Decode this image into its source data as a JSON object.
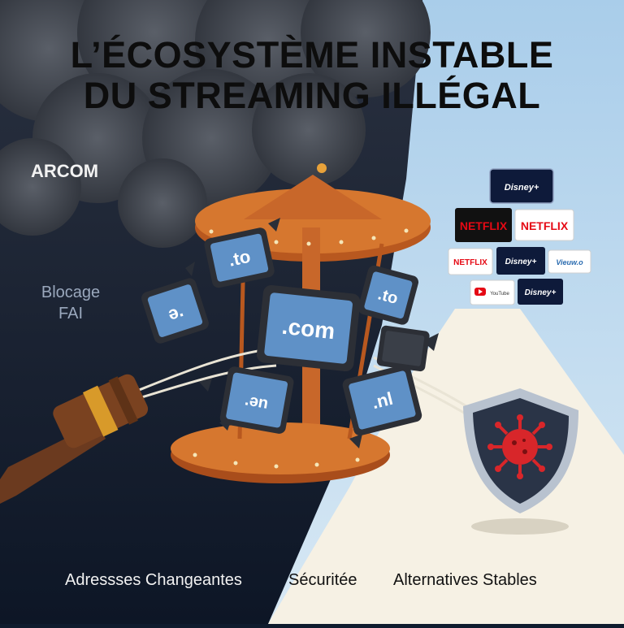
{
  "title": {
    "line1": "L’ÉCOSYSTÈME INSTABLE",
    "line2": "DU STREAMING ILLÉGAL"
  },
  "labels": {
    "arcom": "ARCOM",
    "blocage_line1": "Blocage",
    "blocage_line2": "FAI",
    "bottom_left": "Adressses Changeantes",
    "bottom_middle": "Sécuritée",
    "bottom_right": "Alternatives Stables"
  },
  "tv_domains": {
    "tv1": ".to",
    "tv2": ".to",
    "tv3": ".com",
    "tv4": "ə.",
    "tv5": ".ən",
    "tv6": ".nl"
  },
  "service_logos": {
    "row1": [
      "Disney+"
    ],
    "row2": [
      "NETFLIX",
      "NETFLIX"
    ],
    "row3": [
      "NETFLIX",
      "Disney+",
      "Vieuw.o"
    ],
    "row4": [
      "YouTube",
      "Disney+"
    ]
  },
  "icons": [
    "gavel-icon",
    "shield-icon",
    "virus-icon",
    "carousel-icon",
    "storm-cloud-icon"
  ],
  "colors": {
    "dark_bg": "#111c2e",
    "light_bg": "#bcd8ec",
    "road": "#f6f1e4",
    "carousel": "#c8672a",
    "screen": "#5f91c7",
    "netflix_red": "#e50914",
    "shield": "#2a3447",
    "virus": "#d8262a"
  }
}
